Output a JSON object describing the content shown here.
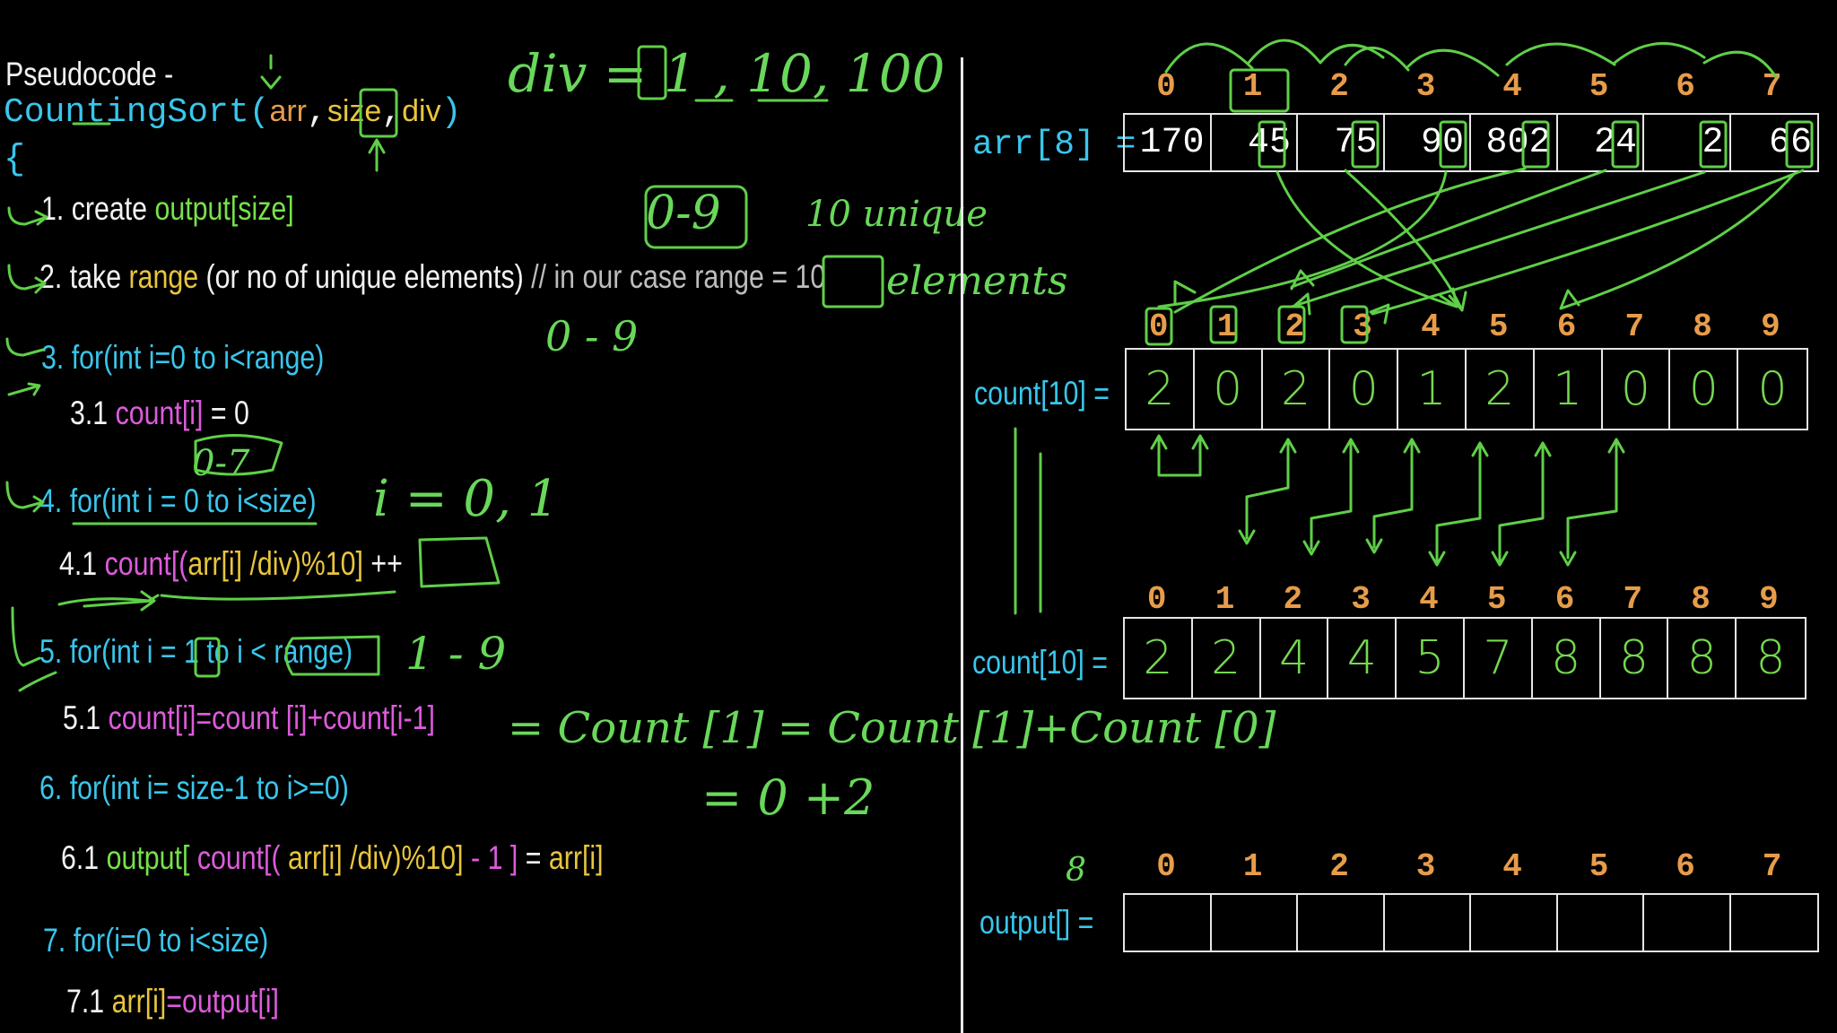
{
  "left": {
    "heading": "Pseudocode -",
    "signature": {
      "fn": "CountingSort(",
      "p1": "arr",
      "c1": ",",
      "p2": "size",
      "c2": ",",
      "p3": "div",
      "close": ")"
    },
    "brace": "{",
    "step1": {
      "num": "1. create",
      "code": "output[size]"
    },
    "step2": {
      "num": "2. take",
      "word": "range",
      "rest": "(or no of unique elements)",
      "comment": "// in our case range = 10"
    },
    "step3": {
      "text": "3. for(int i=0 to i<range)"
    },
    "step3_1": {
      "num": "3.1",
      "code": "count[i]",
      "rest": "= 0"
    },
    "step4": {
      "text": "4. for(int i = 0 to i<size)"
    },
    "step4_1": {
      "num": "4.1",
      "a": "count",
      "b": "[(",
      "c": "arr[i] /div",
      "d": ")%10]",
      "e": "++"
    },
    "step5": {
      "text": "5. for(int i = 1 to i < range)"
    },
    "step5_1": {
      "num": "5.1",
      "code": "count[i]=count [i]+count[i-1]"
    },
    "step6": {
      "text": "6. for(int i= size-1 to i>=0)"
    },
    "step6_1": {
      "num": "6.1",
      "a": "output[",
      "b": "count",
      "c": "[(",
      "d": "arr[i] /div)%10]",
      "e": " - 1 ]",
      "f": " = ",
      "g": "arr[i]"
    },
    "step7": {
      "text": "7. for(i=0 to i<size)"
    },
    "step7_1": {
      "num": "7.1",
      "a": "arr[i]",
      "b": "=output[i]"
    }
  },
  "annotations": {
    "div": "div = 1 , 10, 100",
    "range_box": "0-9",
    "unique": "10 unique",
    "elements": "elements",
    "zero_nine": "0 - 9",
    "zero_seven": "0-7",
    "i_vals": "i = 0, 1",
    "one_nine": "1 - 9",
    "formula": "= Count [1] = Count [1]+Count [0]",
    "formula2": "=     0 +2",
    "eight": "8"
  },
  "right": {
    "arr_label": "arr[8] =",
    "arr_indices": [
      "0",
      "1",
      "2",
      "3",
      "4",
      "5",
      "6",
      "7"
    ],
    "arr_values": [
      "170",
      "45",
      "75",
      "90",
      "802",
      "24",
      "2",
      "66"
    ],
    "count1_label": "count[10] =",
    "count_indices": [
      "0",
      "1",
      "2",
      "3",
      "4",
      "5",
      "6",
      "7",
      "8",
      "9"
    ],
    "count1_values": [
      "2",
      "0",
      "2",
      "0",
      "1",
      "2",
      "1",
      "0",
      "0",
      "0"
    ],
    "count2_label": "count[10] =",
    "count2_values": [
      "2",
      "2",
      "4",
      "4",
      "5",
      "7",
      "8",
      "8",
      "8",
      "8"
    ],
    "output_label": "output[] =",
    "output_indices": [
      "0",
      "1",
      "2",
      "3",
      "4",
      "5",
      "6",
      "7"
    ],
    "output_values": [
      "",
      "",
      "",
      "",
      "",
      "",
      "",
      ""
    ]
  },
  "colors": {
    "background": "#000000",
    "code_cyan": "#39c6ec",
    "code_green": "#77e24a",
    "code_yellow": "#e8c53d",
    "code_pink": "#dd5bdc",
    "index_orange": "#e79c4a",
    "annotation_green": "#69d85a"
  }
}
